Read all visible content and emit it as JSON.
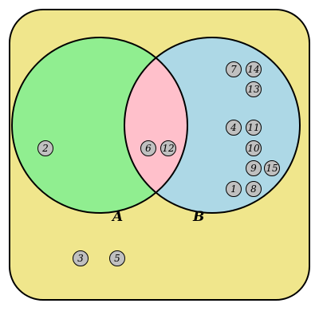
{
  "diagram": {
    "colors": {
      "universe": "#f0e68c",
      "set_a_only": "#90ee90",
      "set_b_only": "#add8e6",
      "intersection": "#ffc0cb",
      "element_fill": "#c0c0c0"
    },
    "sets": [
      {
        "id": "A",
        "label": "A"
      },
      {
        "id": "B",
        "label": "B"
      }
    ],
    "elements": {
      "a_only": [
        "2"
      ],
      "a_and_b": [
        "6",
        "12"
      ],
      "b_only": [
        "7",
        "14",
        "13",
        "4",
        "11",
        "10",
        "9",
        "15",
        "1",
        "8"
      ],
      "outside": [
        "3",
        "5"
      ]
    }
  }
}
